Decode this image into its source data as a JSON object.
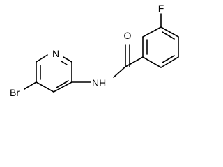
{
  "structure": {
    "colors": {
      "bond": "#000000",
      "label": "#000000",
      "background": "#ffffff"
    },
    "atoms": {
      "bromine": "Br",
      "pyridine_nitrogen": "N",
      "amide_nitrogen": "NH",
      "oxygen": "O",
      "fluorine": "F"
    }
  }
}
